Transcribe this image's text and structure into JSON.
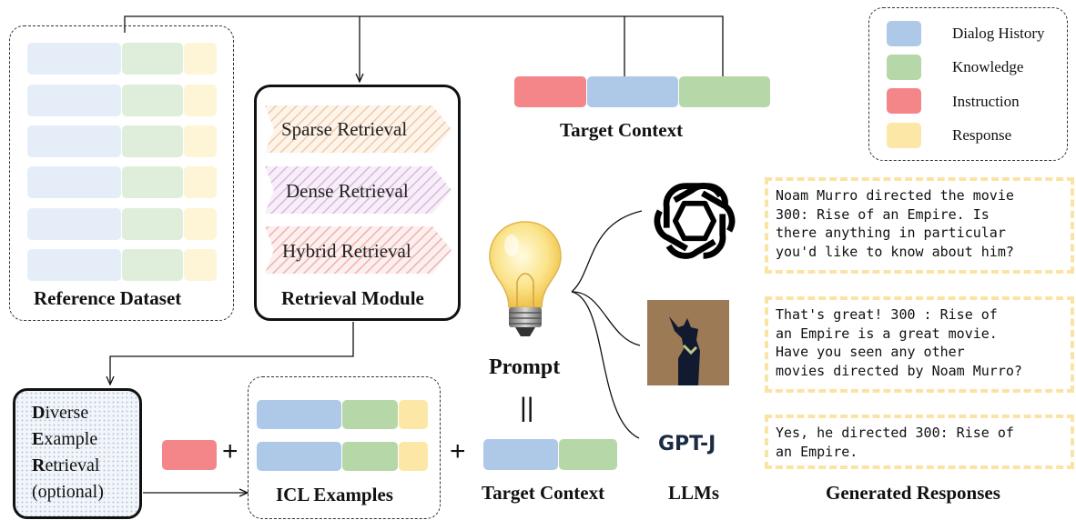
{
  "reference_dataset": {
    "label": "Reference Dataset"
  },
  "retrieval_module": {
    "label": "Retrieval Module",
    "methods": [
      "Sparse Retrieval",
      "Dense Retrieval",
      "Hybrid Retrieval"
    ]
  },
  "target_context_top": {
    "label": "Target Context"
  },
  "legend": {
    "items": [
      {
        "label": "Dialog History",
        "color": "#aec9e8"
      },
      {
        "label": "Knowledge",
        "color": "#b6d7a8"
      },
      {
        "label": "Instruction",
        "color": "#f4868a"
      },
      {
        "label": "Response",
        "color": "#fde7a6"
      }
    ]
  },
  "der": {
    "line1_initial": "D",
    "line1_rest": "iverse",
    "line2_initial": "E",
    "line2_rest": "xample",
    "line3_initial": "R",
    "line3_rest": "etrieval",
    "line4": "(optional)"
  },
  "plus_sign": "+",
  "equals_sign": "||",
  "icl_examples": {
    "label": "ICL Examples"
  },
  "prompt": {
    "label": "Prompt"
  },
  "target_context_bottom": {
    "label": "Target Context"
  },
  "llms": {
    "label": "LLMs",
    "gptj_logo": "GPT-J"
  },
  "responses": {
    "label": "Generated Responses",
    "items": [
      "Noam Murro directed the movie\n300: Rise of an Empire. Is\nthere anything in particular\nyou'd like to know about him?",
      "That's great! 300 : Rise of\nan Empire is a great movie.\nHave you seen any other\nmovies directed by Noam Murro?",
      "Yes, he directed 300: Rise of\nan Empire."
    ]
  }
}
